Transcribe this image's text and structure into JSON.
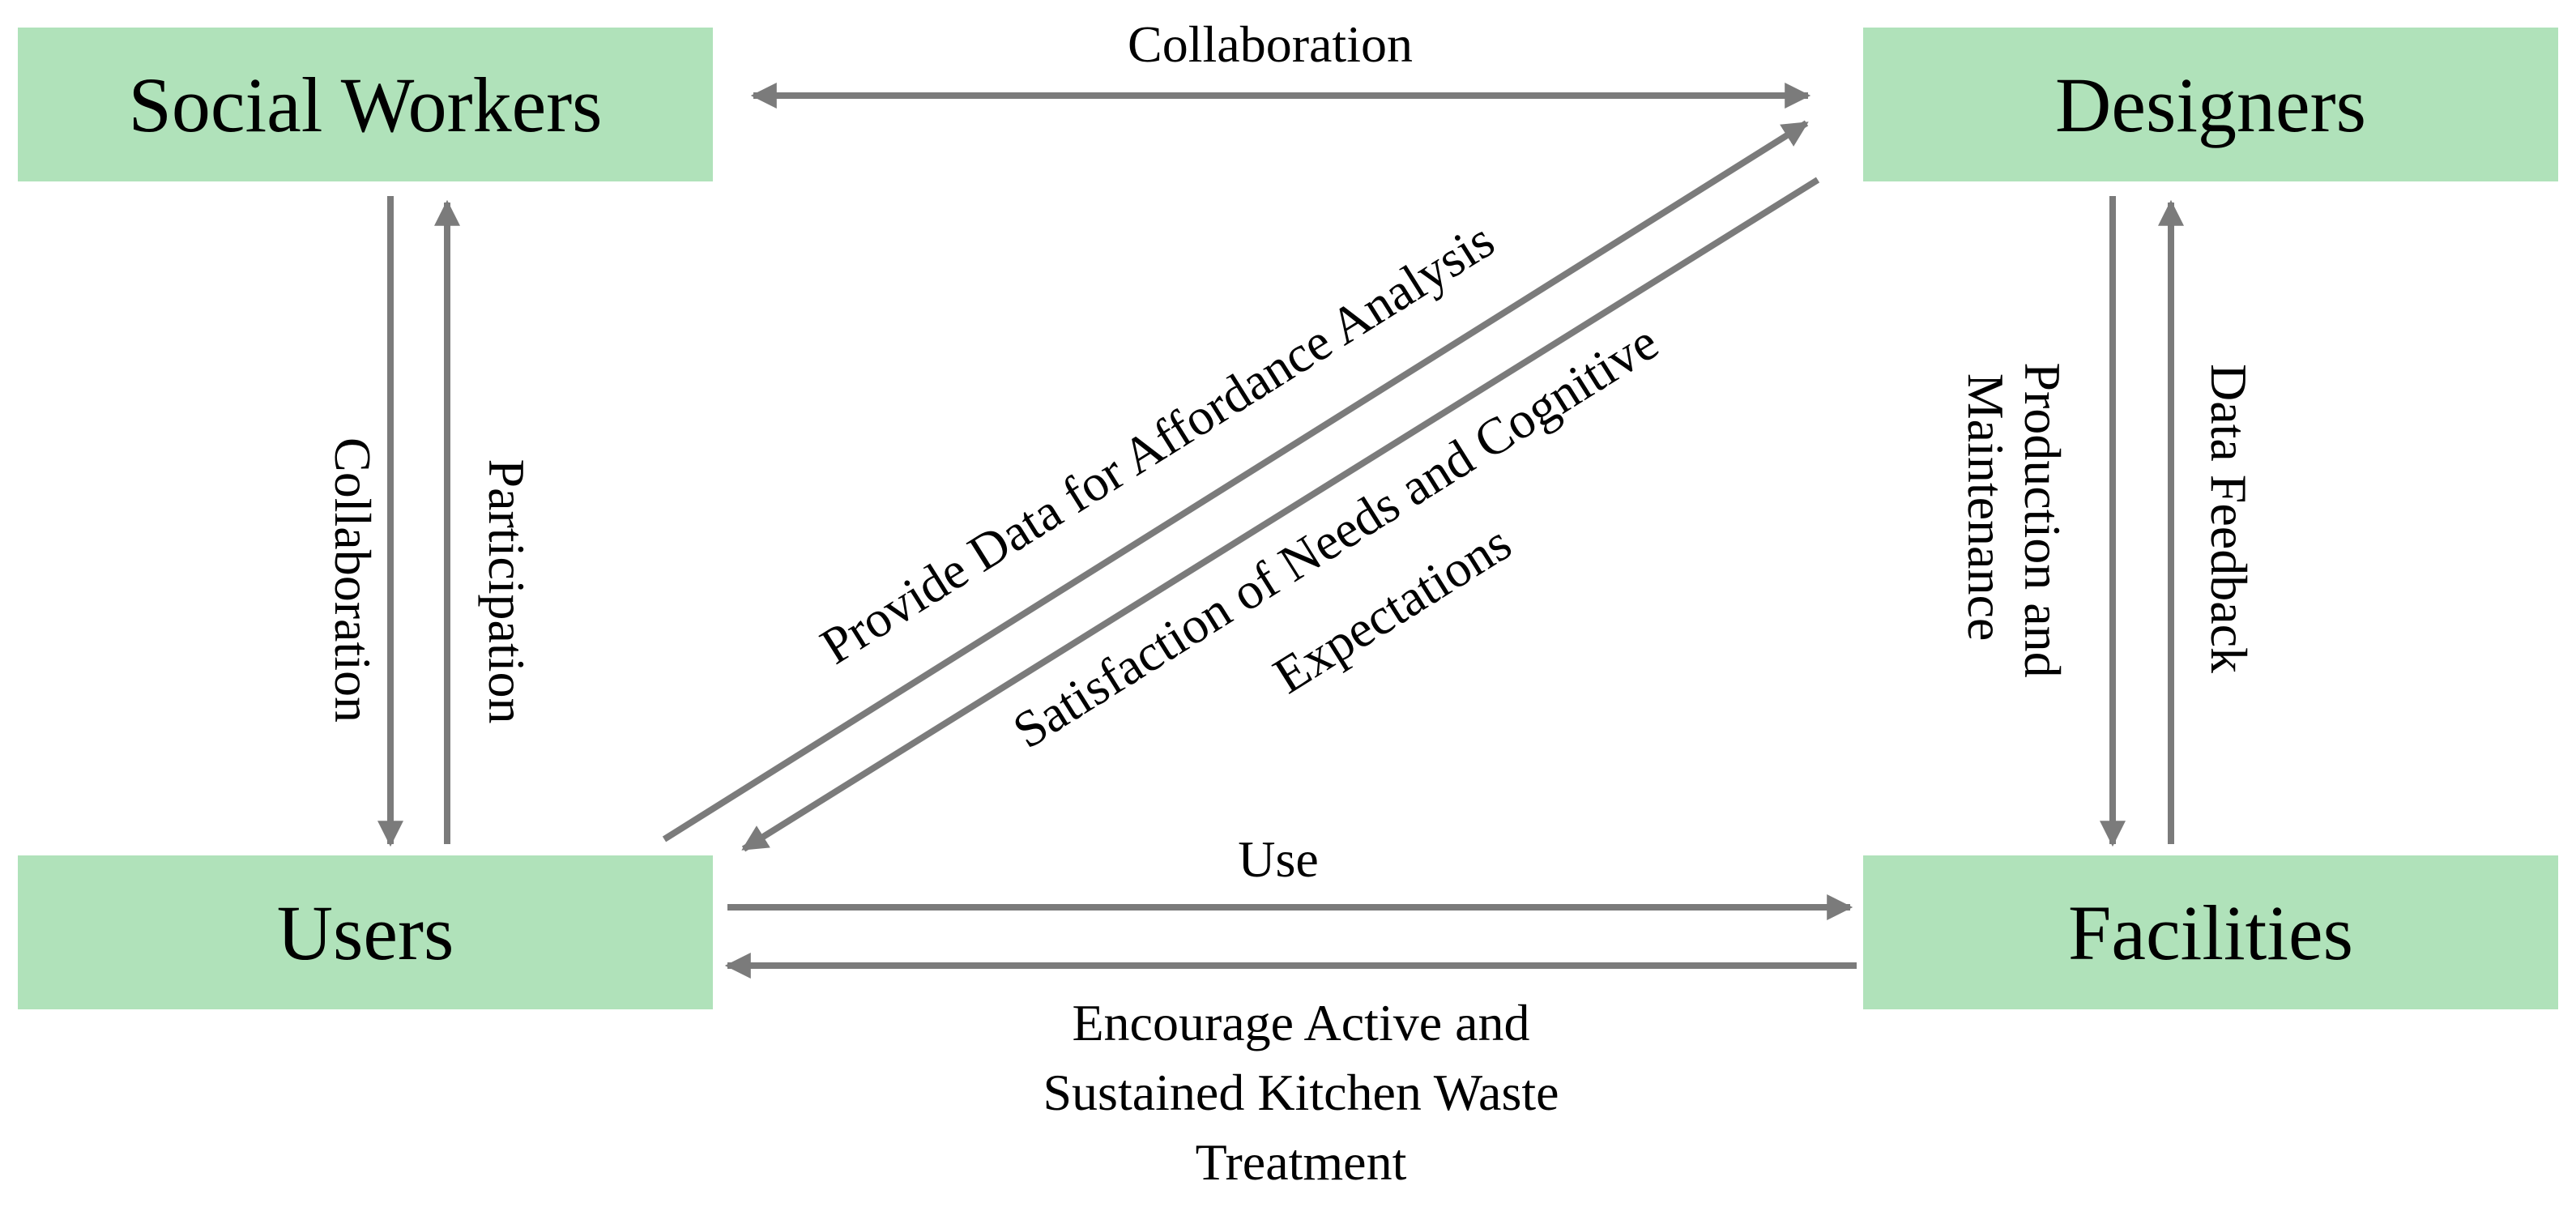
{
  "nodes": {
    "social_workers": "Social Workers",
    "designers": "Designers",
    "users": "Users",
    "facilities": "Facilities"
  },
  "edges": {
    "sw_designers": "Collaboration",
    "sw_to_users": "Collaboration",
    "users_to_sw": "Participation",
    "users_to_designers": "Provide Data for Affordance Analysis",
    "designers_to_users_1": "Satisfaction of Needs and Cognitive",
    "designers_to_users_2": "Expectations",
    "designers_to_facilities_1": "Production and",
    "designers_to_facilities_2": "Maintenance",
    "facilities_to_designers": "Data Feedback",
    "users_to_facilities": "Use",
    "facilities_to_users_1": "Encourage Active and",
    "facilities_to_users_2": "Sustained Kitchen Waste",
    "facilities_to_users_3": "Treatment"
  },
  "colors": {
    "node_fill": "#b0e2ba",
    "arrow": "#7b7b7b"
  }
}
